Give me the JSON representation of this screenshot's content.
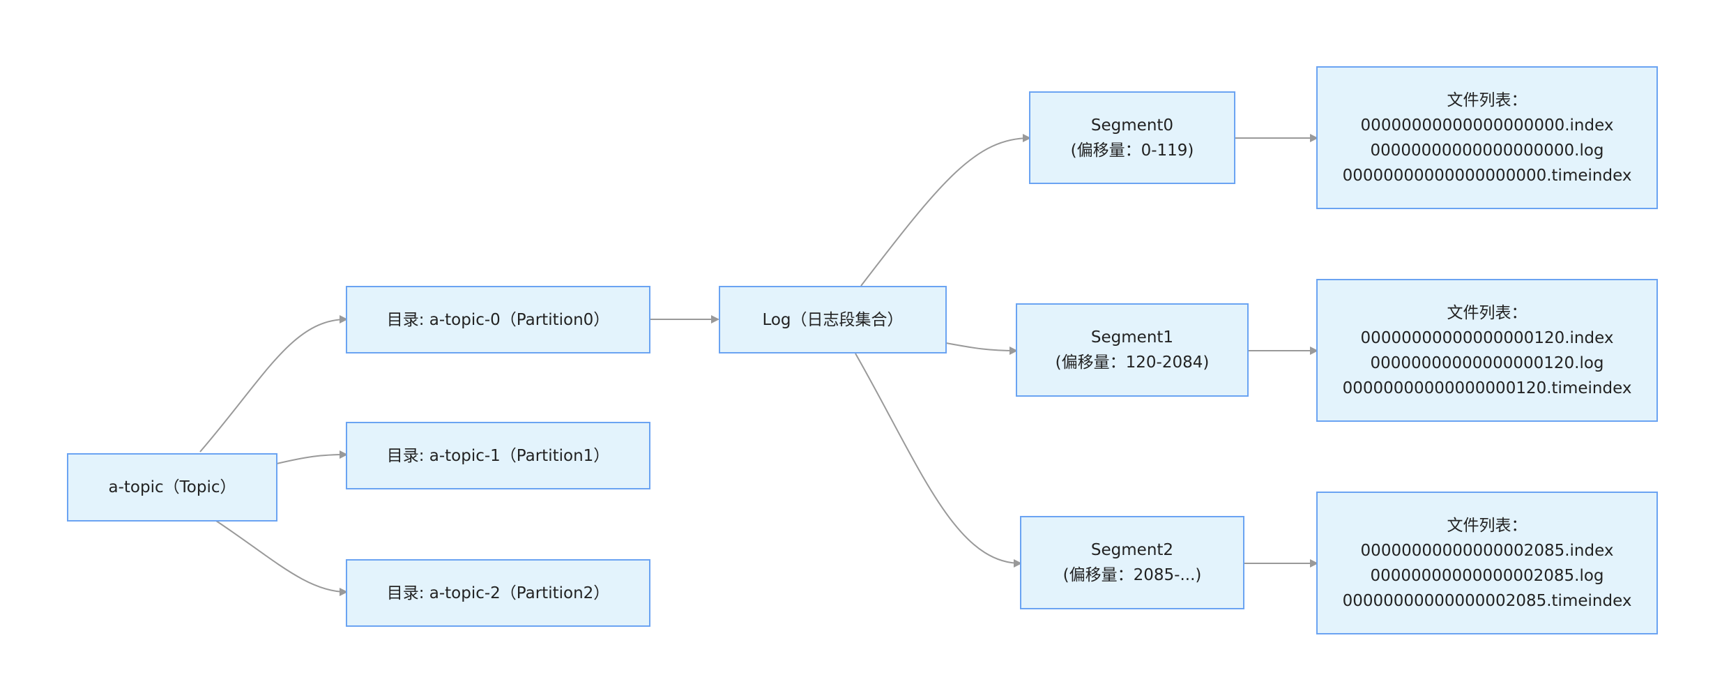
{
  "diagram": {
    "topic": {
      "label": "a-topic（Topic）"
    },
    "partitions": [
      {
        "label": "目录: a-topic-0（Partition0）"
      },
      {
        "label": "目录: a-topic-1（Partition1）"
      },
      {
        "label": "目录: a-topic-2（Partition2）"
      }
    ],
    "log": {
      "label": "Log（日志段集合）"
    },
    "segments": [
      {
        "name": "Segment0",
        "offset": "(偏移量：0-119)"
      },
      {
        "name": "Segment1",
        "offset": "(偏移量：120-2084)"
      },
      {
        "name": "Segment2",
        "offset": "(偏移量：2085-...)"
      }
    ],
    "file_lists": [
      {
        "title": "文件列表：",
        "files": [
          "00000000000000000000.index",
          "00000000000000000000.log",
          "00000000000000000000.timeindex"
        ]
      },
      {
        "title": "文件列表：",
        "files": [
          "00000000000000000120.index",
          "00000000000000000120.log",
          "00000000000000000120.timeindex"
        ]
      },
      {
        "title": "文件列表：",
        "files": [
          "00000000000000002085.index",
          "00000000000000002085.log",
          "00000000000000002085.timeindex"
        ]
      }
    ]
  }
}
